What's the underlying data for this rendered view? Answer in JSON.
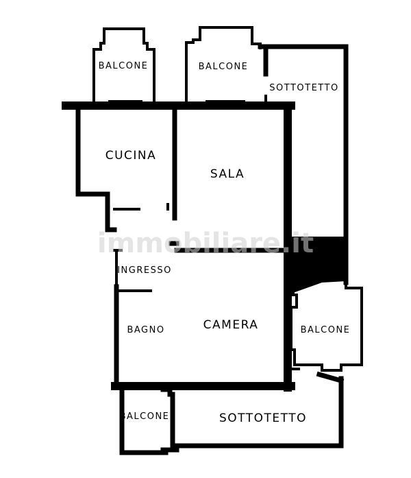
{
  "rooms": {
    "balcone_top_left": "BALCONE",
    "balcone_top_mid": "BALCONE",
    "sottotetto_right": "SOTTOTETTO",
    "cucina": "CUCINA",
    "sala": "SALA",
    "ingresso": "INGRESSO",
    "bagno": "BAGNO",
    "camera": "CAMERA",
    "balcone_right": "BALCONE",
    "balcone_bottom_left": "BALCONE",
    "sottotetto_bottom": "SOTTOTETTO"
  },
  "watermark": "immobiliare.it"
}
